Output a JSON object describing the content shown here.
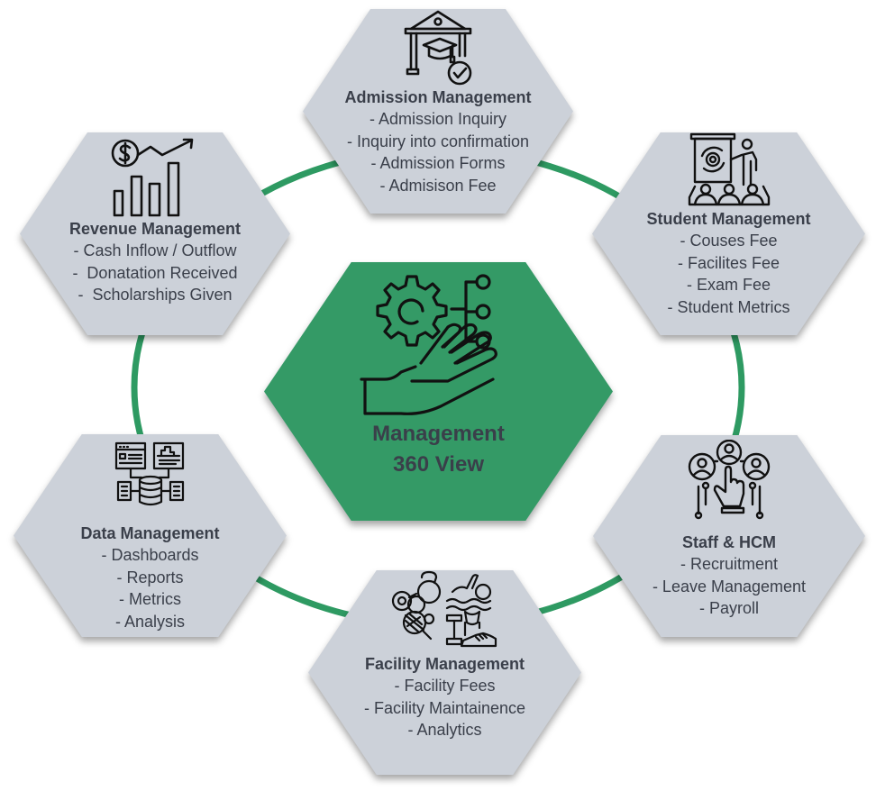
{
  "colors": {
    "accent_green": "#349a66",
    "hex_gray": "#ccd1d9",
    "text": "#3a3f4a",
    "ring": "#2e9a62"
  },
  "center": {
    "icon": "gear-network-hand-icon",
    "title_line1": "Management",
    "title_line2": "360 View"
  },
  "modules": {
    "admission": {
      "icon": "university-graduation-check-icon",
      "title": "Admission Management",
      "items": [
        "- Admission Inquiry",
        "- Inquiry into confirmation",
        "- Admission Forms",
        "- Admisison Fee"
      ]
    },
    "revenue": {
      "icon": "dollar-growth-chart-icon",
      "title": "Revenue Management",
      "items": [
        "- Cash Inflow / Outflow",
        "-  Donatation Received",
        "-  Scholarships Given"
      ]
    },
    "student": {
      "icon": "presentation-audience-icon",
      "title": "Student Management",
      "items": [
        "- Couses Fee",
        "- Facilites Fee",
        "- Exam Fee",
        "- Student Metrics"
      ]
    },
    "data": {
      "icon": "dashboard-database-icon",
      "title": "Data Management",
      "items": [
        "- Dashboards",
        "- Reports",
        "- Metrics",
        "- Analysis"
      ]
    },
    "staff": {
      "icon": "people-select-hand-icon",
      "title": "Staff & HCM",
      "items": [
        "- Recruitment",
        "- Leave Management",
        "- Payroll"
      ]
    },
    "facility": {
      "icon": "sports-facility-icon",
      "title": "Facility Management",
      "items": [
        "- Facility Fees",
        "- Facility Maintainence",
        "- Analytics"
      ]
    }
  }
}
